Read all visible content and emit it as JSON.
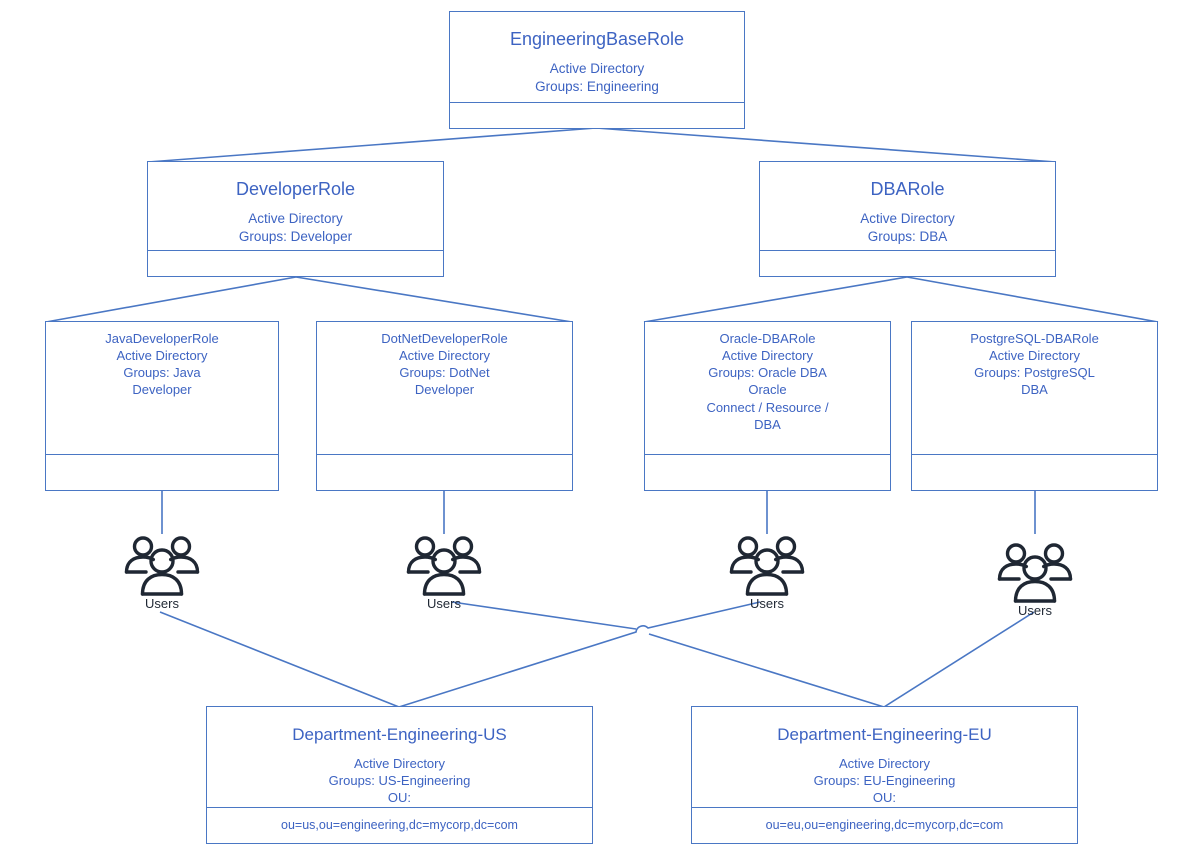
{
  "diagram": {
    "title_text_color": "#3d63c2",
    "line_color": "#4a77c4",
    "users_icon_color": "#1f2733",
    "background": "#ffffff"
  },
  "nodes": {
    "engineering_base": {
      "title": "EngineeringBaseRole",
      "sub": "Active Directory\nGroups: Engineering",
      "footer": ""
    },
    "developer": {
      "title": "DeveloperRole",
      "sub": "Active Directory\nGroups: Developer",
      "footer": ""
    },
    "dba": {
      "title": "DBARole",
      "sub": "Active Directory\nGroups: DBA",
      "footer": ""
    },
    "java_developer": {
      "title": "JavaDeveloperRole",
      "sub": "Active Directory\nGroups: Java\nDeveloper",
      "footer": ""
    },
    "dotnet_developer": {
      "title": "DotNetDeveloperRole",
      "sub": "Active Directory\nGroups: DotNet\nDeveloper",
      "footer": ""
    },
    "oracle_dba": {
      "title": "Oracle-DBARole",
      "sub": "Active Directory\nGroups: Oracle DBA\nOracle\nConnect / Resource /\nDBA",
      "footer": ""
    },
    "postgresql_dba": {
      "title": "PostgreSQL-DBARole",
      "sub": "Active Directory\nGroups: PostgreSQL\nDBA",
      "footer": ""
    },
    "department_us": {
      "title": "Department-Engineering-US",
      "sub": "Active Directory\nGroups: US-Engineering\nOU:",
      "footer": "ou=us,ou=engineering,dc=mycorp,dc=com"
    },
    "department_eu": {
      "title": "Department-Engineering-EU",
      "sub": "Active Directory\nGroups: EU-Engineering\nOU:",
      "footer": "ou=eu,ou=engineering,dc=mycorp,dc=com"
    }
  },
  "users_groups": [
    {
      "label": "Users",
      "icon": "users-group-icon"
    },
    {
      "label": "Users",
      "icon": "users-group-icon"
    },
    {
      "label": "Users",
      "icon": "users-group-icon"
    },
    {
      "label": "Users",
      "icon": "users-group-icon"
    }
  ]
}
